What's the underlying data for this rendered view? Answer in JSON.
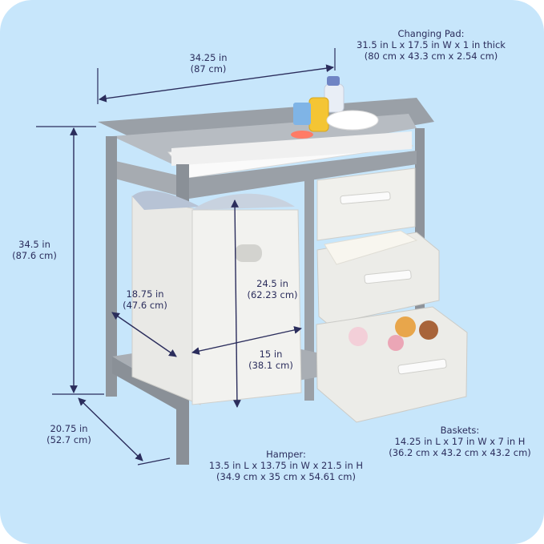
{
  "background_color": "#c7e6fb",
  "annotation_color": "#2b2d5c",
  "dimensions": {
    "width": {
      "value": "34.25 in",
      "metric": "(87 cm)"
    },
    "height": {
      "value": "34.5 in",
      "metric": "(87.6 cm)"
    },
    "depth": {
      "value": "20.75 in",
      "metric": "(52.7 cm)"
    },
    "hamper_depth": {
      "value": "18.75 in",
      "metric": "(47.6 cm)"
    },
    "hamper_height": {
      "value": "24.5 in",
      "metric": "(62.23 cm)"
    },
    "hamper_width": {
      "value": "15 in",
      "metric": "(38.1 cm)"
    }
  },
  "changing_pad": {
    "title": "Changing Pad:",
    "size_in": "31.5 in L x 17.5 in W x 1 in thick",
    "size_cm": "(80 cm x 43.3 cm x 2.54 cm)"
  },
  "baskets": {
    "title": "Baskets:",
    "size_in": "14.25 in L x 17 in W x 7 in H",
    "size_cm": "(36.2 cm x 43.2 cm x 43.2 cm)"
  },
  "hamper": {
    "title": "Hamper:",
    "size_in": "13.5 in L x 13.75 in W x 21.5 in H",
    "size_cm": "(34.9 cm x 35 cm x 54.61 cm)"
  }
}
